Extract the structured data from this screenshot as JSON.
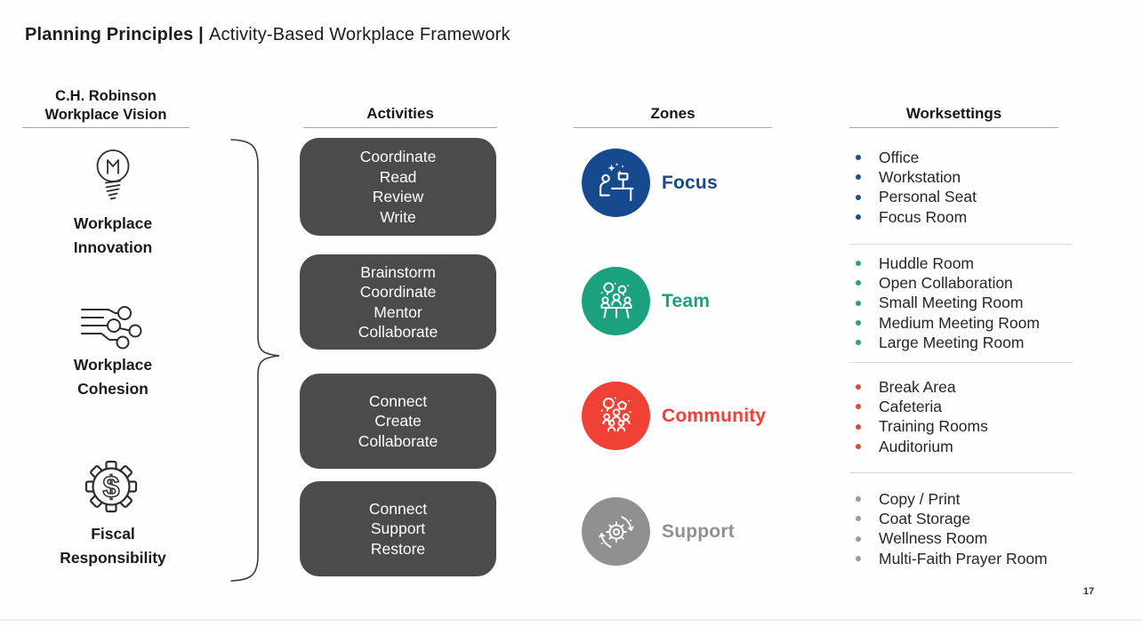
{
  "slide": {
    "title_bold": "Planning Principles |",
    "title_regular": "Activity-Based Workplace Framework",
    "page_number": "17"
  },
  "vision": {
    "header": [
      "C.H. Robinson",
      "Workplace Vision"
    ],
    "items": [
      {
        "icon": "lightbulb-icon",
        "label": [
          "Workplace",
          "Innovation"
        ]
      },
      {
        "icon": "circuit-icon",
        "label": [
          "Workplace",
          "Cohesion"
        ]
      },
      {
        "icon": "gear-dollar-icon",
        "label": [
          "Fiscal",
          "Responsibility"
        ]
      }
    ]
  },
  "activities": {
    "header": "Activities",
    "box_color": "#4b4b4d",
    "boxes": [
      {
        "lines": [
          "Coordinate",
          "Read",
          "Review",
          "Write"
        ]
      },
      {
        "lines": [
          "Brainstorm",
          "Coordinate",
          "Mentor",
          "Collaborate"
        ]
      },
      {
        "lines": [
          "Connect",
          "Create",
          "Collaborate"
        ]
      },
      {
        "lines": [
          "Connect",
          "Support",
          "Restore"
        ]
      }
    ]
  },
  "zones": {
    "header": "Zones",
    "items": [
      {
        "label": "Focus",
        "color": "#17498f",
        "icon": "focus-desk-icon"
      },
      {
        "label": "Team",
        "color": "#1ba17d",
        "icon": "team-meeting-icon"
      },
      {
        "label": "Community",
        "color": "#ef4136",
        "icon": "community-crowd-icon"
      },
      {
        "label": "Support",
        "color": "#8f9091",
        "icon": "support-gear-arrows-icon"
      }
    ]
  },
  "worksettings": {
    "header": "Worksettings",
    "groups": [
      {
        "bullet_color": "#1f4e8c",
        "items": [
          "Office",
          "Workstation",
          "Personal Seat",
          "Focus Room"
        ]
      },
      {
        "bullet_color": "#2aa17e",
        "items": [
          "Huddle Room",
          "Open Collaboration",
          "Small Meeting Room",
          "Medium Meeting Room",
          "Large Meeting Room"
        ]
      },
      {
        "bullet_color": "#e0453c",
        "items": [
          "Break Area",
          "Cafeteria",
          "Training Rooms",
          "Auditorium"
        ]
      },
      {
        "bullet_color": "#9a9a9a",
        "items": [
          "Copy / Print",
          "Coat Storage",
          "Wellness Room",
          "Multi-Faith Prayer Room"
        ]
      }
    ]
  }
}
